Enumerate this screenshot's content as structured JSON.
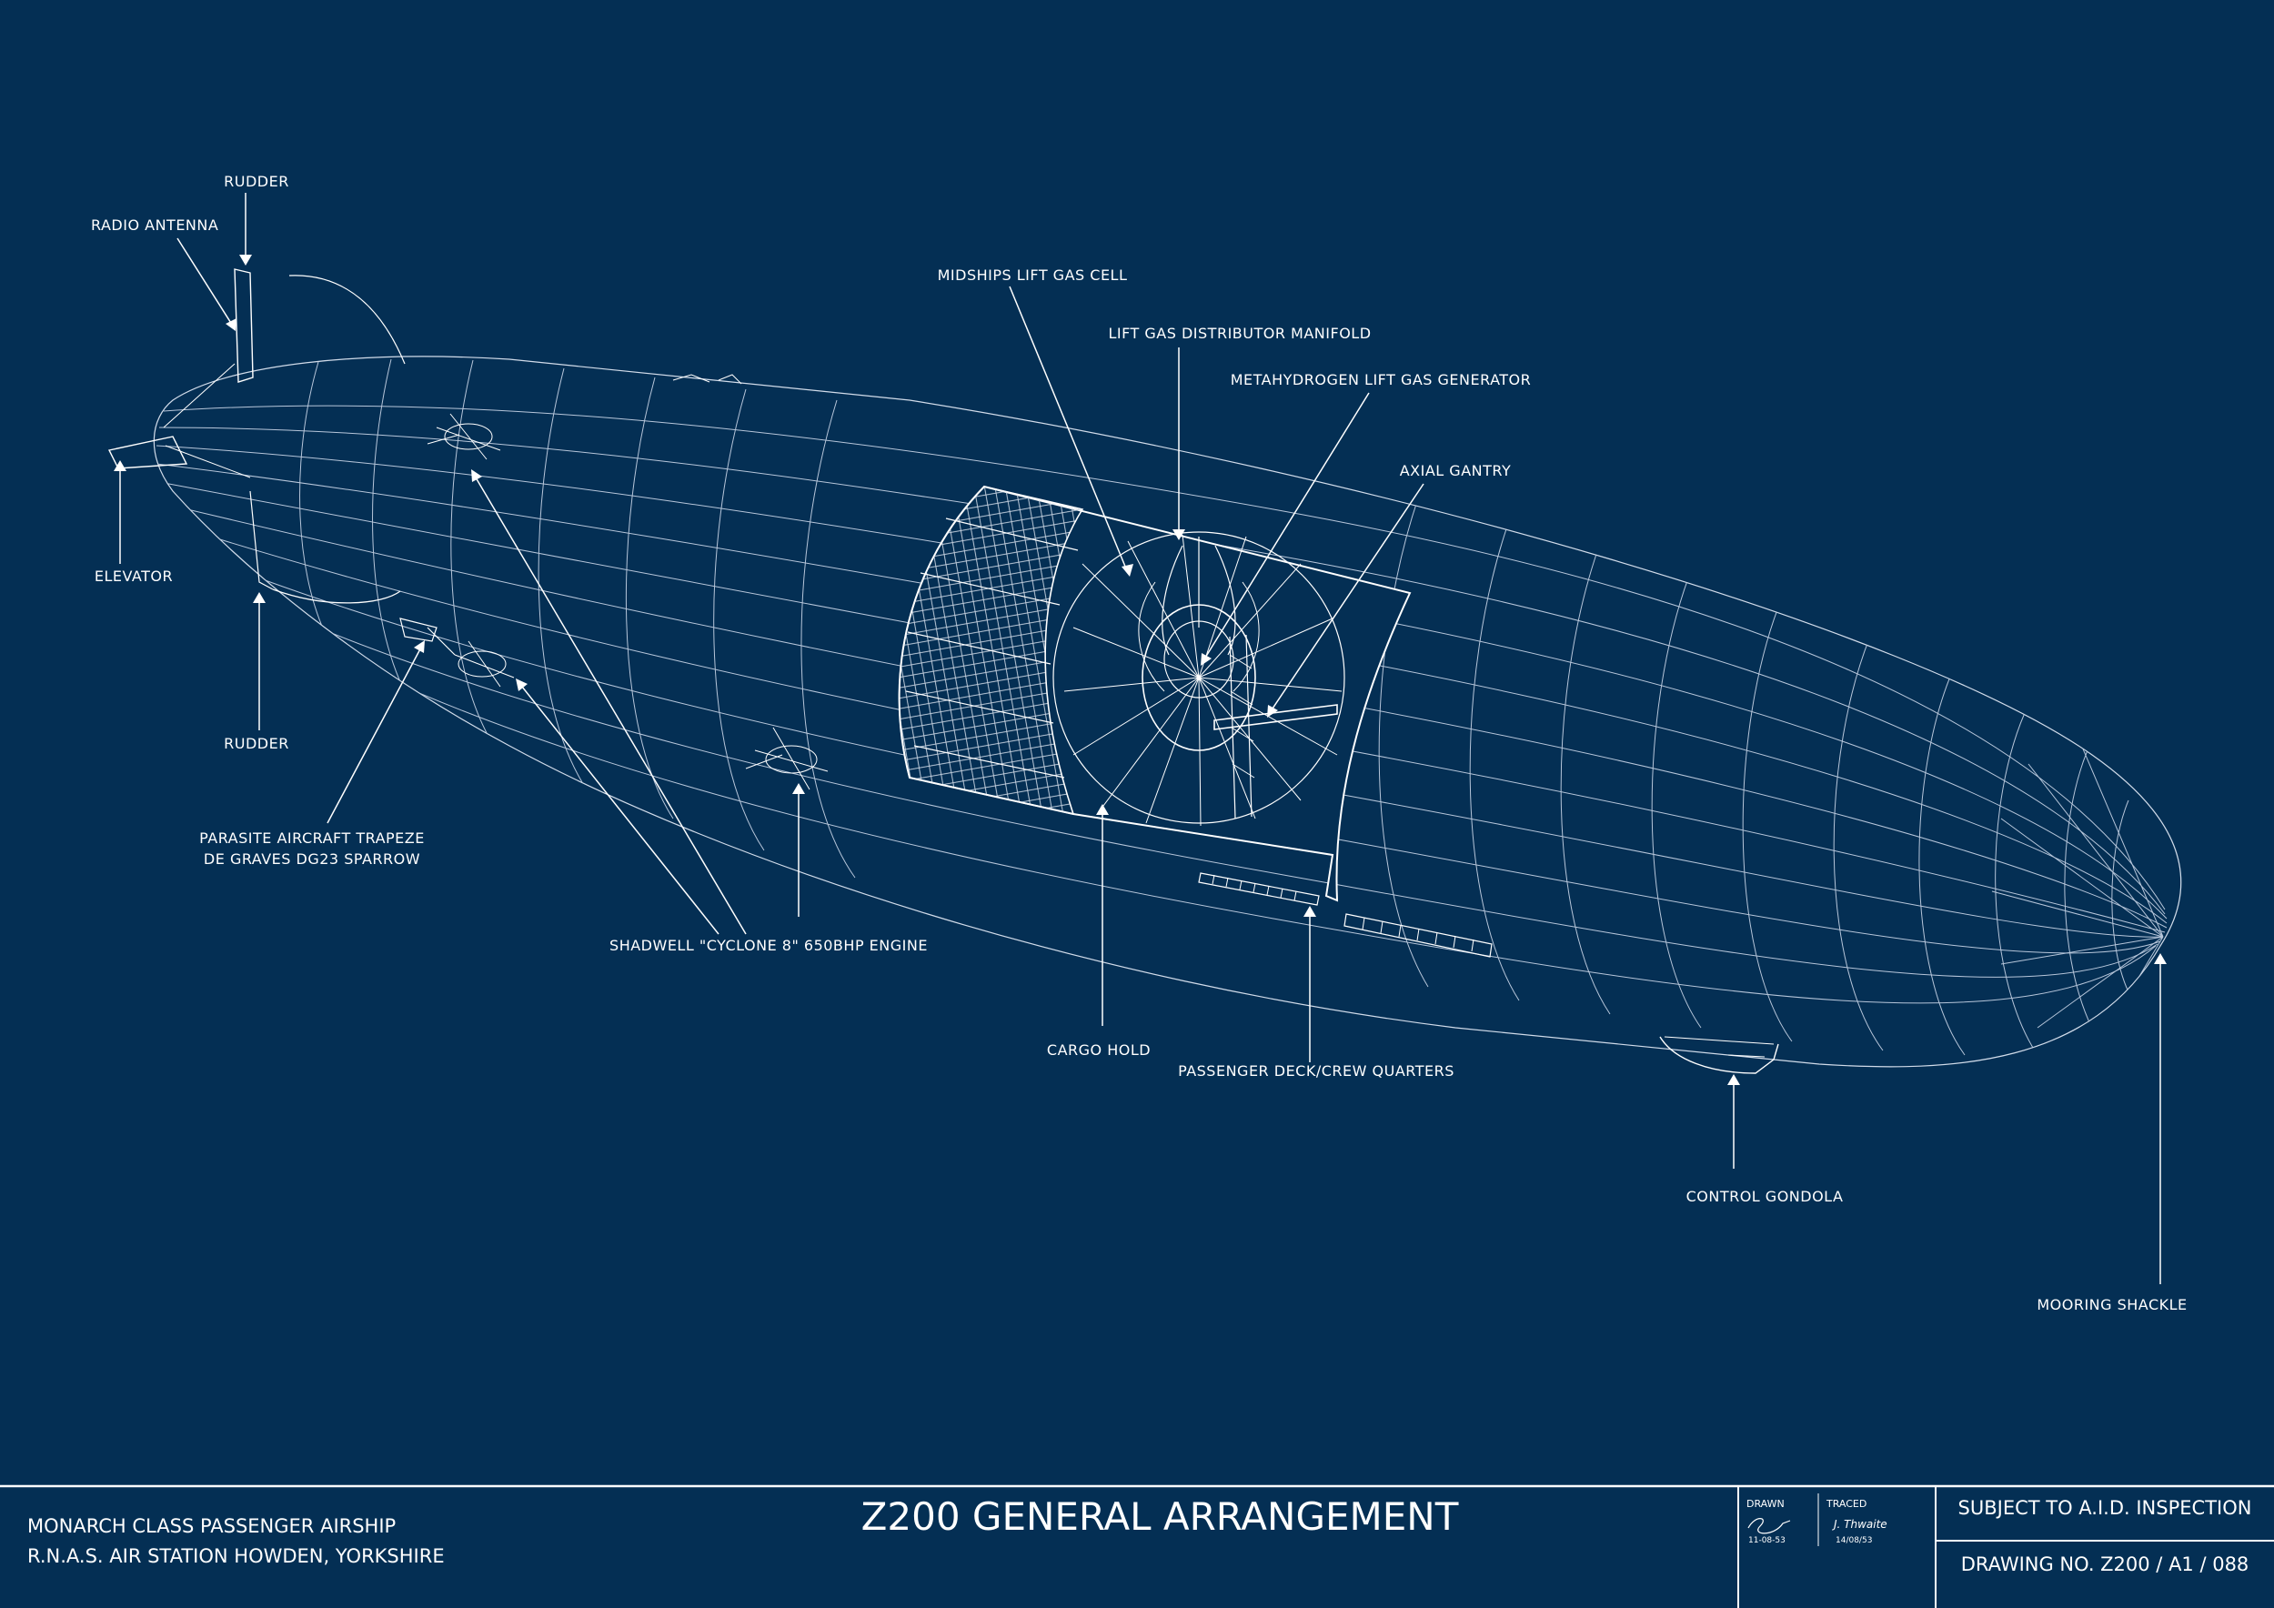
{
  "labels": {
    "rudder_top": "RUDDER",
    "radio_antenna": "RADIO ANTENNA",
    "elevator": "ELEVATOR",
    "rudder_bottom": "RUDDER",
    "parasite_line1": "PARASITE AIRCRAFT TRAPEZE",
    "parasite_line2": "DE GRAVES DG23 SPARROW",
    "engine": "SHADWELL \"CYCLONE 8\" 650BHP ENGINE",
    "midships_cell": "MIDSHIPS LIFT GAS CELL",
    "manifold": "LIFT GAS DISTRIBUTOR MANIFOLD",
    "generator": "METAHYDROGEN LIFT GAS GENERATOR",
    "gantry": "AXIAL GANTRY",
    "cargo_hold": "CARGO HOLD",
    "passenger_deck": "PASSENGER DECK/CREW QUARTERS",
    "control_gondola": "CONTROL GONDOLA",
    "mooring_shackle": "MOORING SHACKLE"
  },
  "title_block": {
    "left_line1": "MONARCH CLASS PASSENGER AIRSHIP",
    "left_line2": "R.N.A.S. AIR STATION HOWDEN, YORKSHIRE",
    "title": "Z200 GENERAL ARRANGEMENT",
    "drawn_label": "DRAWN",
    "drawn_date": "11-08-53",
    "traced_label": "TRACED",
    "traced_signature": "J. Thwaite",
    "traced_date": "14/08/53",
    "inspection": "SUBJECT TO A.I.D. INSPECTION",
    "drawing_no": "DRAWING NO. Z200 / A1 / 088"
  },
  "colors": {
    "background": "#042f54",
    "lines": "#ffffff"
  }
}
